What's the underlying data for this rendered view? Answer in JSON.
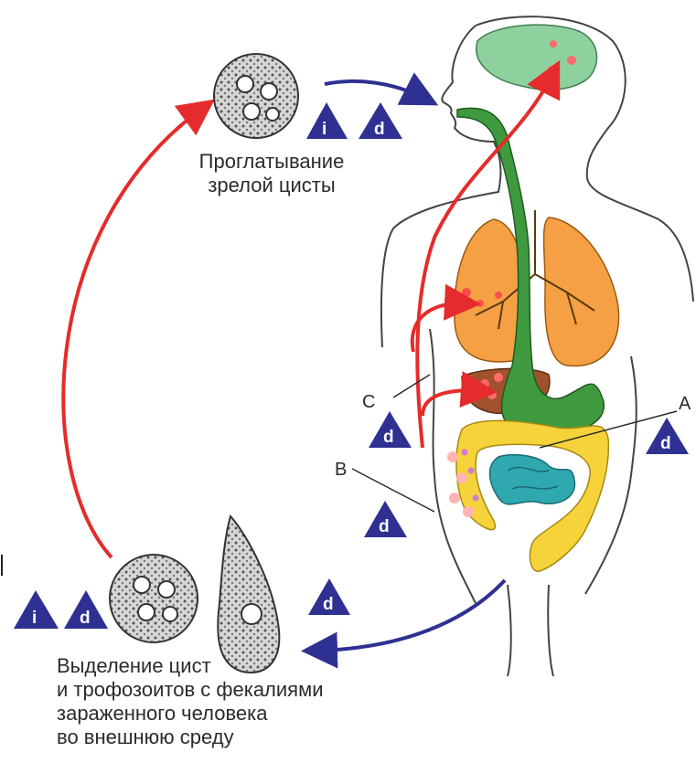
{
  "captions": {
    "ingestion_line1": "Проглатывание",
    "ingestion_line2": "зрелой цисты",
    "excretion_line1": "Выделение цист",
    "excretion_line2": "и трофозоитов с фекалиями",
    "excretion_line3": "зараженного человека",
    "excretion_line4": "во внешнюю среду"
  },
  "stage_markers": {
    "infective": "i",
    "diagnostic": "d"
  },
  "route_labels": {
    "a": "A",
    "b": "B",
    "c": "C"
  },
  "colors": {
    "infective_arrow": "#e52b2b",
    "transmission_arrow": "#2e3192",
    "marker_triangle": "#2e3192",
    "brain": "#8fd19e",
    "lungs": "#f5a044",
    "liver": "#a0522d",
    "esophagus_stomach": "#3f9a3f",
    "large_intestine": "#f6d33a",
    "small_intestine": "#2fa8b0",
    "body_outline": "#444444"
  }
}
